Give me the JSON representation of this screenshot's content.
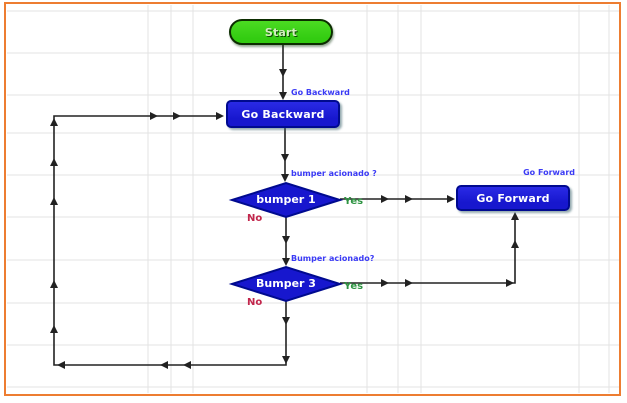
{
  "flowchart": {
    "nodes": {
      "start": {
        "label": "Start",
        "shape": "terminator"
      },
      "go_backward": {
        "label": "Go Backward",
        "shape": "process",
        "annotation": "Go Backward"
      },
      "bumper1": {
        "label": "bumper 1",
        "shape": "decision",
        "annotation": "bumper acionado ?",
        "yes": "Yes",
        "no": "No"
      },
      "bumper3": {
        "label": "Bumper 3",
        "shape": "decision",
        "annotation": "Bumper acionado?",
        "yes": "Yes",
        "no": "No"
      },
      "go_forward": {
        "label": "Go Forward",
        "shape": "process",
        "annotation": "Go Forward"
      }
    },
    "edges": [
      {
        "from": "Start",
        "to": "Go Backward"
      },
      {
        "from": "Go Backward",
        "to": "bumper 1"
      },
      {
        "from": "bumper 1",
        "to": "Go Forward",
        "condition": "Yes"
      },
      {
        "from": "bumper 1",
        "to": "Bumper 3",
        "condition": "No"
      },
      {
        "from": "Bumper 3",
        "to": "Go Forward",
        "condition": "Yes"
      },
      {
        "from": "Bumper 3",
        "to": "Go Backward",
        "condition": "No"
      }
    ],
    "colors": {
      "frame_color": "#ED7D31",
      "grid_color": "#E3E3E3",
      "line_color": "#222222",
      "node_fill": "#1717CE",
      "node_stroke": "#000A8F",
      "node_text": "#FFFFFF",
      "start_fill": "#33CC11",
      "start_stroke": "#0C2D00",
      "annotation_color": "#3B3BF5",
      "yes_color": "#2E9442",
      "no_color": "#C2264C"
    }
  }
}
